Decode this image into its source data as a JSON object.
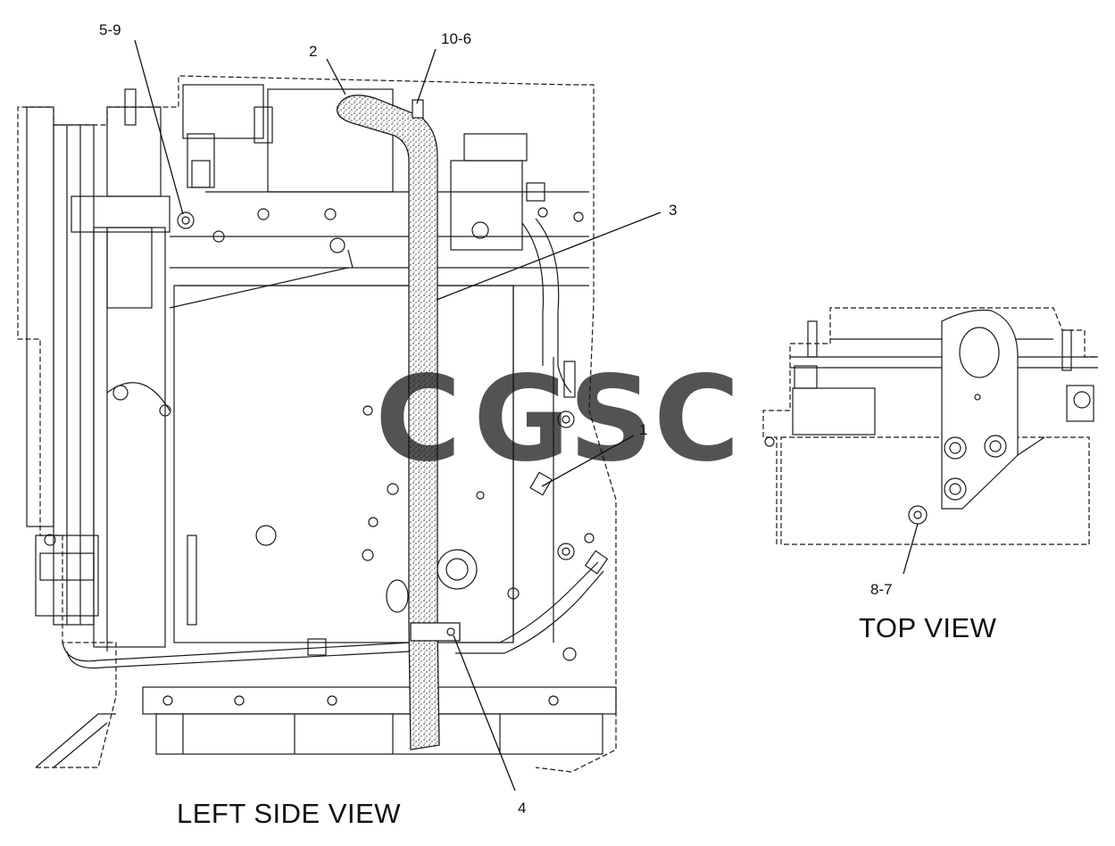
{
  "callouts": {
    "c1": "1",
    "c2": "2",
    "c3": "3",
    "c4": "4",
    "c5_9": "5-9",
    "c8_7": "8-7",
    "c10_6": "10-6"
  },
  "views": {
    "left_side": "LEFT SIDE VIEW",
    "top": "TOP VIEW"
  },
  "watermark": {
    "letters": [
      "C",
      "G",
      "S",
      "C"
    ],
    "colors": [
      "#4f8ef7",
      "#f2777a",
      "#f7d35a",
      "#5fb893"
    ]
  },
  "colors": {
    "line": "#1a1a1a",
    "background": "#ffffff"
  }
}
